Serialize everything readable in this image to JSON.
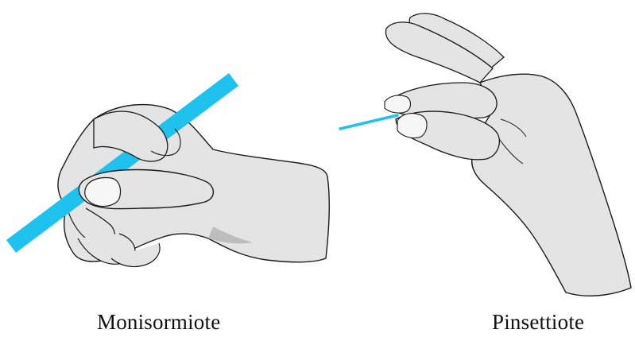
{
  "figure": {
    "left": {
      "caption": "Monisormiote",
      "icon": "palmar-multi-finger-grip-hand",
      "object": "pen"
    },
    "right": {
      "caption": "Pinsettiote",
      "icon": "tweezer-pinch-grip-hand",
      "object": "thin-stick"
    }
  },
  "colors": {
    "hand_fill": "#e4e4e4",
    "hand_stroke": "#1a1a1a",
    "hand_shadow": "#bdbdbd",
    "nail_fill": "#f6f6f6",
    "object": "#1fc2ee",
    "background": "#ffffff"
  }
}
